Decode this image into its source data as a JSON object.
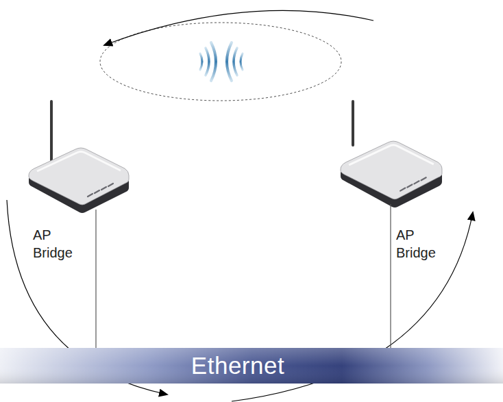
{
  "diagram": {
    "nodes": [
      {
        "text": [
          "AP Bridge"
        ]
      },
      {
        "text": [
          "AP Bridge"
        ]
      },
      {
        "text": [
          "Ethernet"
        ]
      }
    ],
    "edges": [
      {
        "from": 0,
        "to": 2,
        "arrow": "none"
      },
      {
        "from": 1,
        "to": 2,
        "arrow": "none"
      }
    ]
  }
}
